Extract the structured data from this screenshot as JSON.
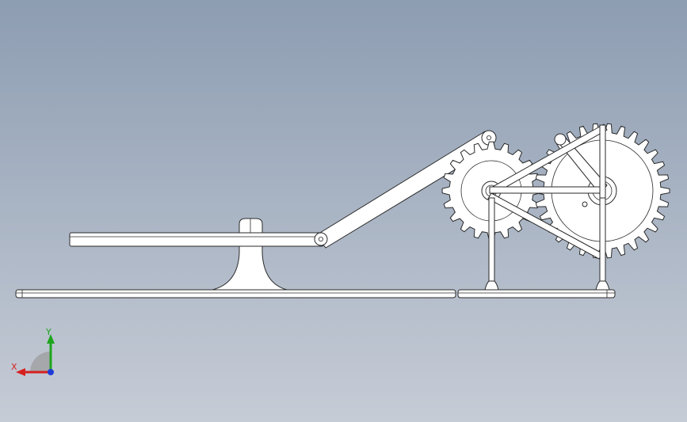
{
  "viewport": {
    "background_top": "#8d9db2",
    "background_bottom": "#c6ccd6"
  },
  "gears": [
    {
      "name": "small-gear",
      "teeth": 20
    },
    {
      "name": "large-gear",
      "teeth": 30
    }
  ],
  "triad": {
    "x_label": "X",
    "y_label": "Y",
    "x_color": "#d62020",
    "y_color": "#1ea51e",
    "z_color": "#1f3bd6"
  }
}
